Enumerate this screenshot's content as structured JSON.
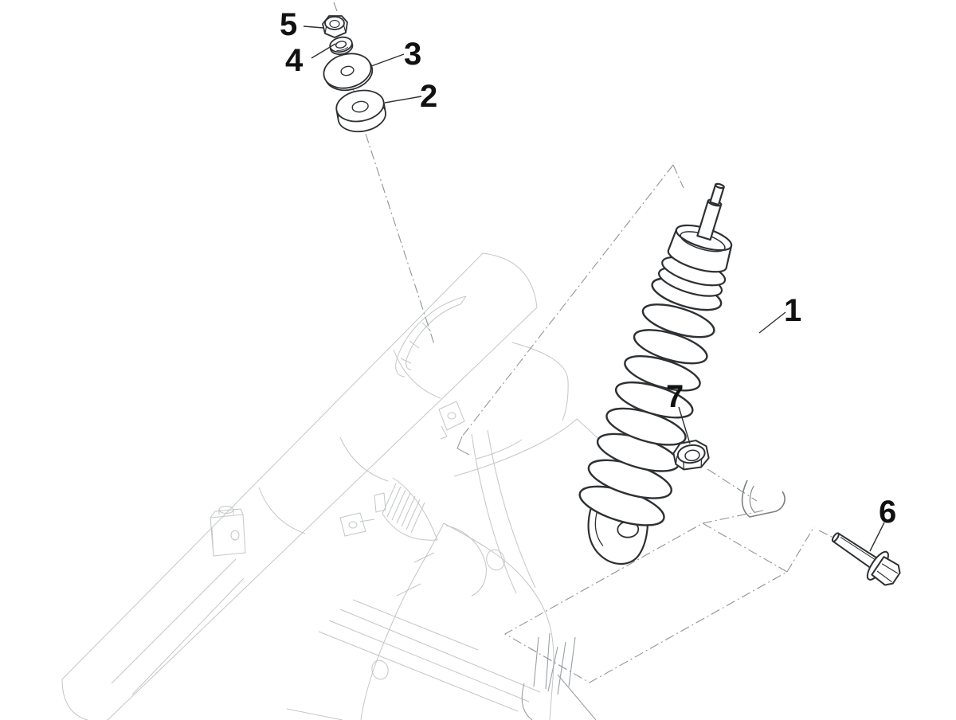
{
  "diagram": {
    "callouts": [
      {
        "label": "1"
      },
      {
        "label": "2"
      },
      {
        "label": "3"
      },
      {
        "label": "4"
      },
      {
        "label": "5"
      },
      {
        "label": "6"
      },
      {
        "label": "7"
      }
    ],
    "colors": {
      "background": "#ffffff",
      "part_line": "#2e3133",
      "frame_line": "#c3c6c8",
      "detail_line": "#9aa0a3",
      "centerline": "#8f9497",
      "leader_line": "#2f2f2f",
      "label_text": "#111111"
    }
  }
}
